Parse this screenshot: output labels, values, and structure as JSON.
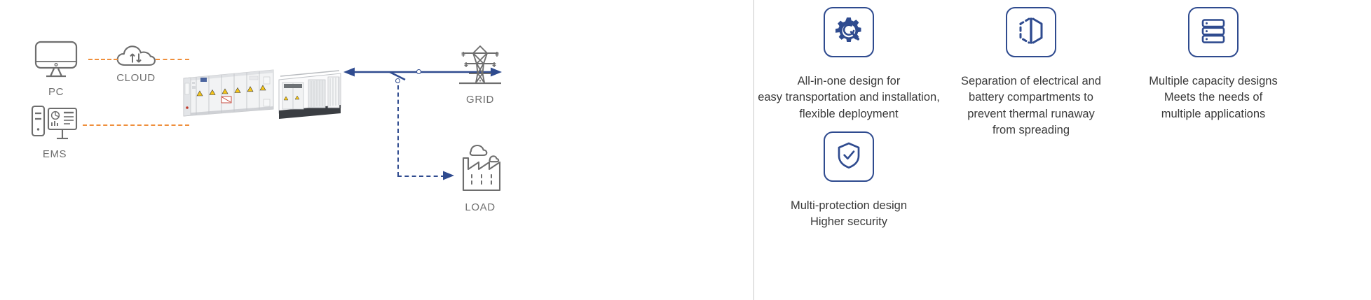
{
  "diagram": {
    "nodes": [
      {
        "id": "pc",
        "label": "PC",
        "icon": "monitor-icon"
      },
      {
        "id": "cloud",
        "label": "CLOUD",
        "icon": "cloud-sync-icon"
      },
      {
        "id": "ems",
        "label": "EMS",
        "icon": "server-workstation-icon"
      },
      {
        "id": "bess",
        "label": "",
        "icon": "battery-container-unit"
      },
      {
        "id": "grid",
        "label": "GRID",
        "icon": "transmission-tower-icon"
      },
      {
        "id": "load",
        "label": "LOAD",
        "icon": "factory-icon"
      }
    ],
    "colors": {
      "comm_link": "#ef8f3c",
      "power_link": "#2f4b8f",
      "label": "#6e6e6e"
    }
  },
  "features": {
    "accent": "#2f4b8f",
    "items": [
      {
        "icon": "gear-wrench-icon",
        "text": "All-in-one design for\neasy transportation and installation,\nflexible deployment"
      },
      {
        "icon": "split-hexagon-icon",
        "text": "Separation of electrical and\nbattery compartments to\nprevent thermal runaway\nfrom spreading"
      },
      {
        "icon": "server-rack-icon",
        "text": "Multiple capacity designs\nMeets the needs of\nmultiple applications"
      },
      {
        "icon": "shield-check-icon",
        "text": "Multi-protection design\nHigher security"
      }
    ]
  }
}
